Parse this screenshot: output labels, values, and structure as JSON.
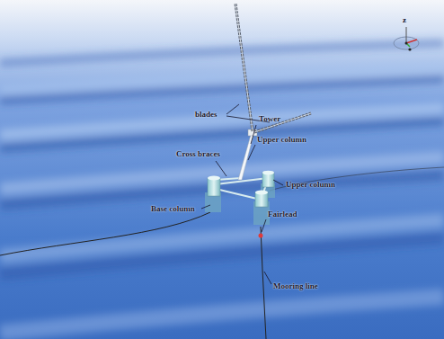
{
  "diagram": {
    "labels": [
      "blades",
      "Tower",
      "Upper column",
      "Cross braces",
      "Upper column",
      "Base column",
      "Fairlead",
      "Mooring line",
      "z"
    ]
  }
}
